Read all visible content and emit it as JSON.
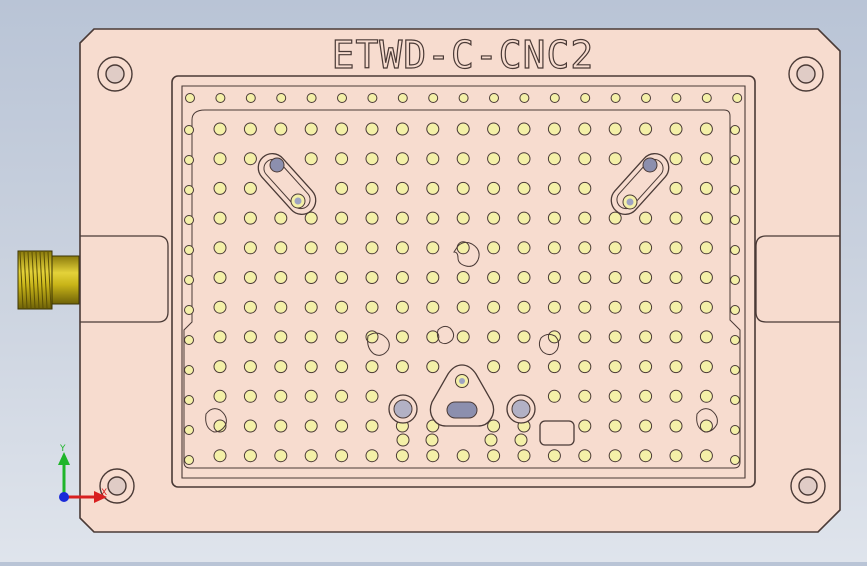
{
  "part": {
    "engraving": "ETWD-C-CNC2",
    "plate_color": "#f7dccf",
    "edge_color": "#4a3a36",
    "hole_color": "#f4f0a8",
    "connector_color": "#c8b418"
  },
  "triad": {
    "y_label": "Y",
    "x_label": "X",
    "y_color": "#1fb52a",
    "x_color": "#d82020",
    "z_color": "#1a2ad8"
  }
}
